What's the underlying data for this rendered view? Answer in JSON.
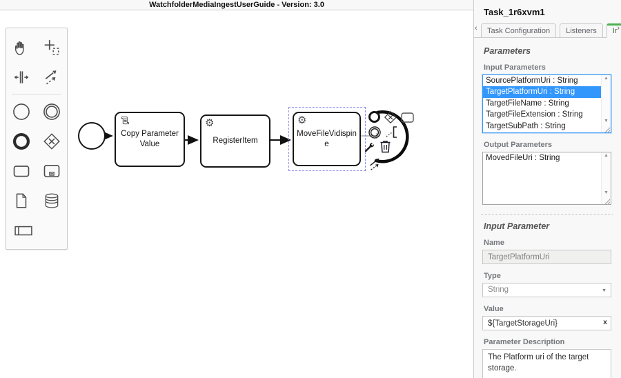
{
  "window": {
    "header_title": "WatchfolderMediaIngestUserGuide - Version: 3.0"
  },
  "palette": {
    "tools": [
      "hand-tool",
      "lasso-tool",
      "space-tool",
      "global-connect-tool",
      "create-start-event",
      "create-intermediate-event",
      "create-end-event",
      "create-gateway",
      "create-task",
      "create-subprocess",
      "create-data-object",
      "create-data-store",
      "create-participant"
    ]
  },
  "diagram": {
    "tasks": [
      {
        "label": "Copy Parameter Value",
        "type": "script-task"
      },
      {
        "label": "RegisterItem",
        "type": "service-task"
      },
      {
        "label": "MoveFileVidispine",
        "type": "service-task",
        "selected": true
      }
    ]
  },
  "context_pad": {
    "entries": [
      "append-end-event",
      "append-gateway",
      "append-task",
      "append-intermediate-event",
      "append-text-annotation",
      "change-type-wrench",
      "delete-trash",
      "connect"
    ]
  },
  "panel": {
    "title": "Task_1r6xvm1",
    "tab_scroll_left": "‹",
    "tab_scroll_right": "›",
    "tabs": [
      {
        "label": "Task Configuration",
        "active": false
      },
      {
        "label": "Listeners",
        "active": false
      },
      {
        "label": "Ir",
        "active": true
      }
    ],
    "parameters": {
      "heading": "Parameters",
      "input_label": "Input Parameters",
      "input_items": [
        "SourcePlatformUri : String",
        "TargetPlatformUri : String",
        "TargetFileName : String",
        "TargetFileExtension : String",
        "TargetSubPath : String"
      ],
      "selected_input": "TargetPlatformUri : String",
      "output_label": "Output Parameters",
      "output_items": [
        "MovedFileUri : String"
      ]
    },
    "input_parameter": {
      "heading": "Input Parameter",
      "name_label": "Name",
      "name_value": "TargetPlatformUri",
      "type_label": "Type",
      "type_value": "String",
      "value_label": "Value",
      "value_text": "${TargetStorageUri}",
      "clear_button": "x",
      "description_label": "Parameter Description",
      "description_text": "The Platform uri of the target storage."
    }
  },
  "colors": {
    "accent_green": "#4caf50",
    "selection_blue": "#3297fd",
    "selection_dash": "#8c8cf0"
  }
}
